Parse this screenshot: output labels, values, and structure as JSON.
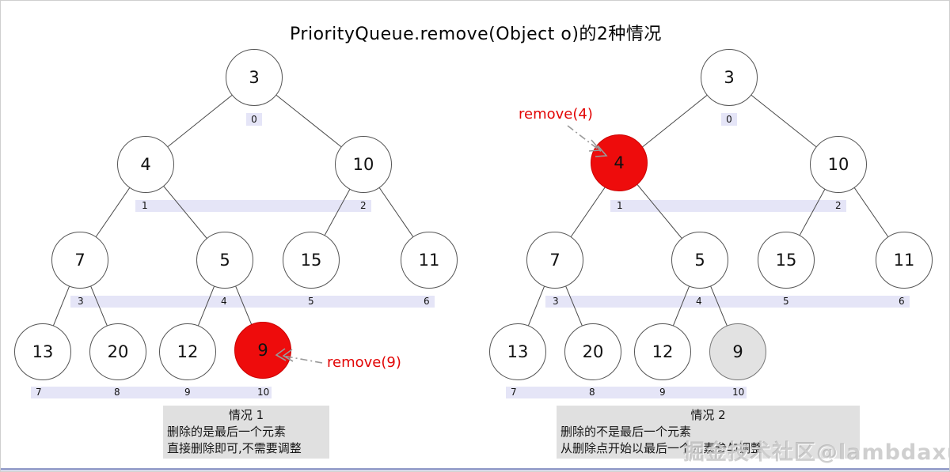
{
  "title": "PriorityQueue.remove(Object o)的2种情况",
  "indices": [
    "0",
    "1",
    "2",
    "3",
    "4",
    "5",
    "6",
    "7",
    "8",
    "9",
    "10"
  ],
  "left_tree": {
    "nodes": [
      "3",
      "4",
      "10",
      "7",
      "5",
      "15",
      "11",
      "13",
      "20",
      "12",
      "9"
    ],
    "annotation": "remove(9)",
    "highlighted_value": "9",
    "highlighted_index": "10"
  },
  "right_tree": {
    "nodes": [
      "3",
      "4",
      "10",
      "7",
      "5",
      "15",
      "11",
      "13",
      "20",
      "12",
      "9"
    ],
    "annotation": "remove(4)",
    "highlighted_value": "4",
    "highlighted_index": "1",
    "grayed_value": "9",
    "grayed_index": "10"
  },
  "captions": {
    "left": {
      "title": "情况 1",
      "lines": [
        "删除的是最后一个元素",
        "直接删除即可,不需要调整"
      ]
    },
    "right": {
      "title": "情况 2",
      "lines": [
        "删除的不是最后一个元素",
        "从删除点开始以最后一个元素参与调整"
      ]
    }
  },
  "watermark": "掘金技术社区@lambdaxu",
  "colors": {
    "highlight_red": "#ee0c0c",
    "removed_gray": "#e2e2e2",
    "index_bar_lavender": "#e5e5f7",
    "caption_bg": "#e0e0e0",
    "annotation_red": "#e20505",
    "arrow_gray": "#999999",
    "bottom_rule_blue": "#98a1cc"
  }
}
